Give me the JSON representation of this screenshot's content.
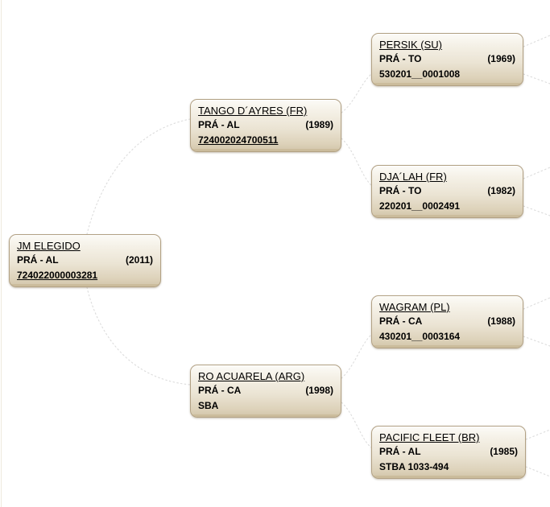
{
  "chart": {
    "type": "pedigree-tree",
    "title": "Pedigree",
    "background": "#ffffff",
    "box_border_color": "#b2a184",
    "box_fill_top": "#fcfbf7",
    "box_fill_bottom": "#d2c5a9",
    "connector_color": "#d9d9d9",
    "connector_style": "dotted"
  },
  "nodes": {
    "root": {
      "name": "JM ELEGIDO",
      "grade": "PRÁ - AL",
      "year": "(2011)",
      "registration": "724022000003281",
      "registration_underlined": true
    },
    "sire": {
      "name": "TANGO D´AYRES (FR)",
      "grade": "PRÁ - AL",
      "year": "(1989)",
      "registration": "724002024700511",
      "registration_underlined": true
    },
    "dam": {
      "name": "RO ACUARELA (ARG)",
      "grade": "PRÁ - CA",
      "year": "(1998)",
      "registration": "SBA",
      "registration_underlined": false
    },
    "sire_sire": {
      "name": "PERSIK (SU)",
      "grade": "PRÁ - TO",
      "year": "(1969)",
      "registration": "530201__0001008",
      "registration_underlined": false
    },
    "sire_dam": {
      "name": "DJA´LAH (FR)",
      "grade": "PRÁ - TO",
      "year": "(1982)",
      "registration": "220201__0002491",
      "registration_underlined": false
    },
    "dam_sire": {
      "name": "WAGRAM (PL)",
      "grade": "PRÁ - CA",
      "year": "(1988)",
      "registration": "430201__0003164",
      "registration_underlined": false
    },
    "dam_dam": {
      "name": "PACIFIC FLEET (BR)",
      "grade": "PRÁ - AL",
      "year": "(1985)",
      "registration": "STBA 1033-494",
      "registration_underlined": false
    }
  }
}
